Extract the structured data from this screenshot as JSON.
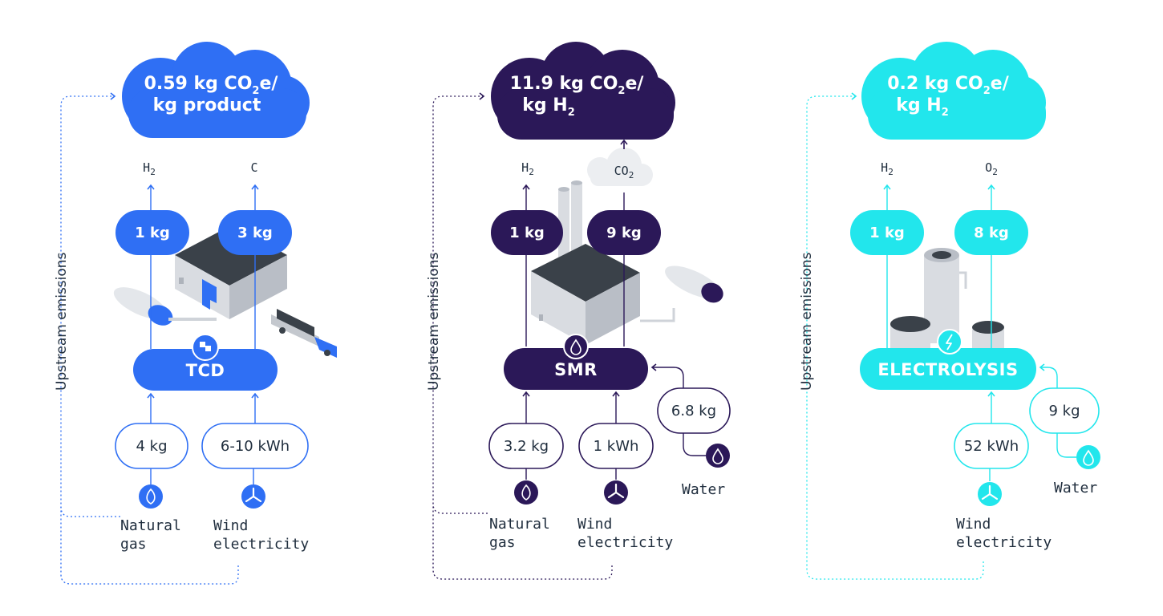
{
  "colors": {
    "tcd": "#2f6ff4",
    "smr": "#2b1858",
    "electrolysis": "#22e6ec",
    "text": "#1f2d3d",
    "building_grey": "#b9bec6",
    "roof_dark": "#3a4149"
  },
  "panels": [
    {
      "id": "tcd",
      "upstream_label": "Upstream emissions",
      "emission_line1_pre": "0.59 kg CO",
      "emission_line1_sub": "2",
      "emission_line1_post": "e/",
      "emission_line2_pre": "kg product",
      "emission_line2_sub": "",
      "products": [
        {
          "name": "H",
          "sub": "2",
          "amount": "1 kg"
        },
        {
          "name": "C",
          "sub": "",
          "amount": "3 kg"
        }
      ],
      "process": "TCD",
      "process_icon": "company-logo-icon",
      "inputs": [
        {
          "amount": "4 kg",
          "icon": "flame-icon",
          "label_line1": "Natural",
          "label_line2": "gas"
        },
        {
          "amount": "6-10 kWh",
          "icon": "wind-turbine-icon",
          "label_line1": "Wind",
          "label_line2": "electricity"
        }
      ]
    },
    {
      "id": "smr",
      "upstream_label": "Upstream emissions",
      "emission_line1_pre": "11.9 kg CO",
      "emission_line1_sub": "2",
      "emission_line1_post": "e/",
      "emission_line2_pre": "kg H",
      "emission_line2_sub": "2",
      "products": [
        {
          "name": "H",
          "sub": "2",
          "amount": "1 kg"
        },
        {
          "name": "CO",
          "sub": "2",
          "amount": "9 kg"
        }
      ],
      "process": "SMR",
      "process_icon": "water-drop-icon",
      "inputs": [
        {
          "amount": "3.2 kg",
          "icon": "flame-icon",
          "label_line1": "Natural",
          "label_line2": "gas"
        },
        {
          "amount": "1 kWh",
          "icon": "wind-turbine-icon",
          "label_line1": "Wind",
          "label_line2": "electricity"
        }
      ],
      "side_input": {
        "amount": "6.8 kg",
        "icon": "water-drop-icon",
        "label": "Water"
      }
    },
    {
      "id": "electrolysis",
      "upstream_label": "Upstream emissions",
      "emission_line1_pre": "0.2 kg CO",
      "emission_line1_sub": "2",
      "emission_line1_post": "e/",
      "emission_line2_pre": "kg H",
      "emission_line2_sub": "2",
      "products": [
        {
          "name": "H",
          "sub": "2",
          "amount": "1 kg"
        },
        {
          "name": "O",
          "sub": "2",
          "amount": "8 kg"
        }
      ],
      "process": "ELECTROLYSIS",
      "process_icon": "lightning-icon",
      "inputs": [
        {
          "amount": "52 kWh",
          "icon": "wind-turbine-icon",
          "label_line1": "Wind",
          "label_line2": "electricity"
        }
      ],
      "side_input": {
        "amount": "9 kg",
        "icon": "water-drop-icon",
        "label": "Water"
      }
    }
  ]
}
